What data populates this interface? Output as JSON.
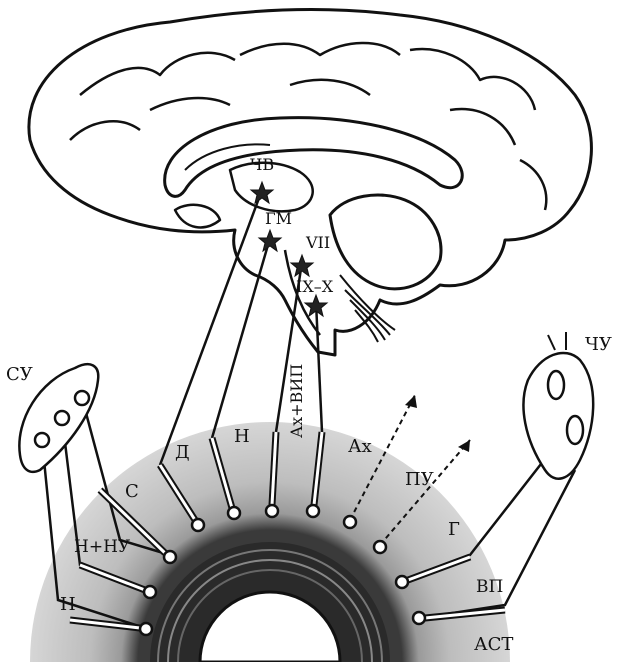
{
  "figure": {
    "labels": {
      "chv": "ЧВ",
      "gm": "ГМ",
      "vii": "VII",
      "ix_x": "IX–X",
      "su": "СУ",
      "chu": "ЧУ",
      "n_top": "Н",
      "ax_vip": "Ах+ВИП",
      "ax": "Ах",
      "d": "Д",
      "s": "С",
      "pu": "ПУ",
      "g": "Г",
      "vp": "ВП",
      "ast": "АСТ",
      "n_nu": "Н+НУ",
      "n_bottom": "Н"
    },
    "colors": {
      "ink": "#111111",
      "ring_fill": "#c8c8c8",
      "lumen_dark": "#2a2a2a",
      "background": "#ffffff"
    }
  }
}
